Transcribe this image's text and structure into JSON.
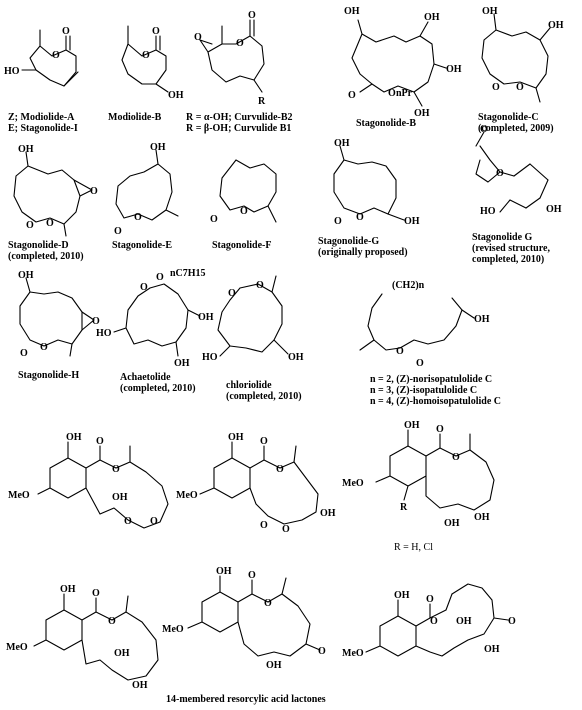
{
  "compounds": [
    {
      "id": "c01",
      "lines": [
        "Z; Modiolide-A",
        "E; Stagonolide-I"
      ]
    },
    {
      "id": "c02",
      "lines": [
        "Modiolide-B"
      ]
    },
    {
      "id": "c03",
      "lines": [
        "R = α-OH; Curvulide-B2",
        "R = β-OH; Curvulide B1"
      ]
    },
    {
      "id": "c04",
      "lines": [
        "Stagonolide-B"
      ]
    },
    {
      "id": "c05",
      "lines": [
        "Stagonolide-C",
        "(completed, 2009)"
      ]
    },
    {
      "id": "c06",
      "lines": [
        "Stagonolide-D",
        "(completed, 2010)"
      ]
    },
    {
      "id": "c07",
      "lines": [
        "Stagonolide-E"
      ]
    },
    {
      "id": "c08",
      "lines": [
        "Stagonolide-F"
      ]
    },
    {
      "id": "c09",
      "lines": [
        "Stagonolide-G",
        "(originally proposed)"
      ]
    },
    {
      "id": "c10",
      "lines": [
        "Stagonolide G",
        "(revised structure,",
        "completed, 2010)"
      ]
    },
    {
      "id": "c11",
      "lines": [
        "Stagonolide-H"
      ]
    },
    {
      "id": "c12",
      "lines": [
        "Achaetolide",
        "(completed, 2010)"
      ]
    },
    {
      "id": "c13",
      "lines": [
        "chloriolide",
        "(completed, 2010)"
      ]
    },
    {
      "id": "c14",
      "lines": [
        "n = 2, (Z)-norisopatulolide C",
        "n = 3, (Z)-isopatulolide C",
        "n = 4, (Z)-homoisopatulolide C"
      ]
    },
    {
      "id": "c15",
      "lines": [
        "R = H, Cl"
      ]
    }
  ],
  "group_caption": "14-membered resorcylic acid lactones",
  "atoms": {
    "oh": "OH",
    "ho": "HO",
    "o": "O",
    "r": "R",
    "npr": "nPr",
    "meo": "MeO",
    "c7h15": "nC7H15",
    "ch2n": "(CH2)n"
  }
}
